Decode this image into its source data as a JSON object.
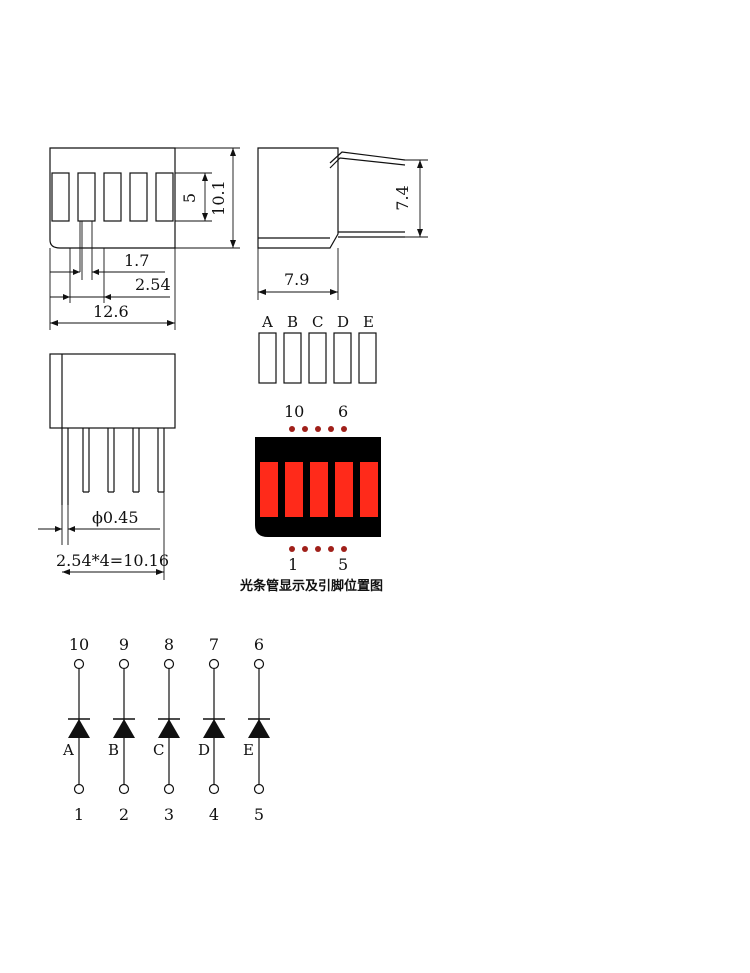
{
  "dimensions": {
    "pin_pitch_inner": "1.7",
    "pin_pitch": "2.54",
    "width": "12.6",
    "segment_height": "5",
    "body_height": "10.1",
    "depth": "7.9",
    "pin_length": "7.4",
    "pin_diameter": "ϕ0.45",
    "pin_span": "2.54*4=10.16"
  },
  "segment_labels": [
    "A",
    "B",
    "C",
    "D",
    "E"
  ],
  "display": {
    "top_pin_left": "10",
    "top_pin_right": "6",
    "bottom_pin_left": "1",
    "bottom_pin_right": "5",
    "caption": "光条管显示及引脚位置图",
    "segment_color": "#ff2a1a",
    "dot_color": "#a0201a",
    "body_color": "#000000"
  },
  "schematic": {
    "anode_pins": [
      "10",
      "9",
      "8",
      "7",
      "6"
    ],
    "cathode_pins": [
      "1",
      "2",
      "3",
      "4",
      "5"
    ],
    "diode_labels": [
      "A",
      "B",
      "C",
      "D",
      "E"
    ]
  }
}
